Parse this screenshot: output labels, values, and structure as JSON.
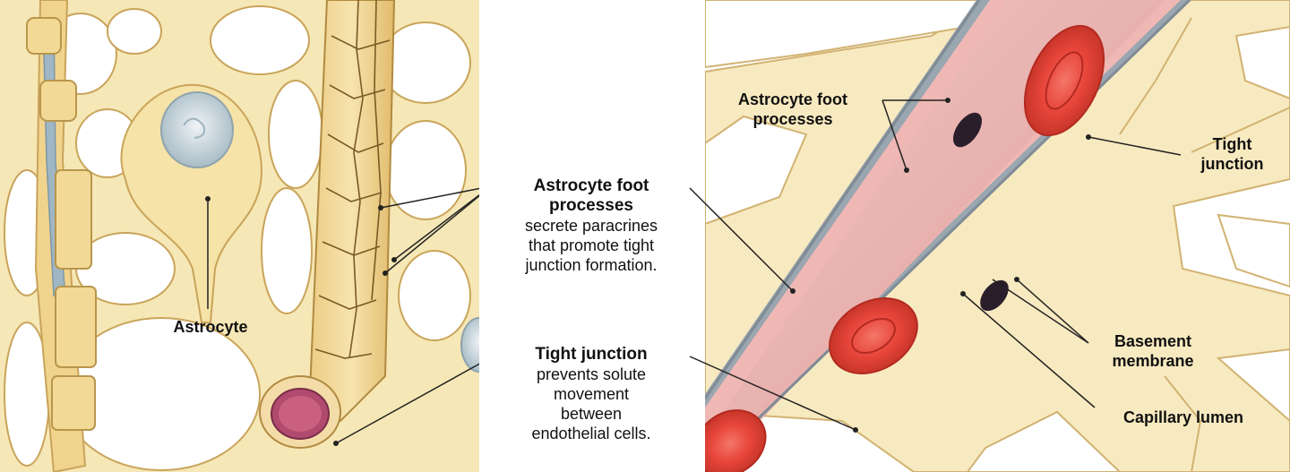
{
  "left_panel": {
    "astrocyte_label": "Astrocyte"
  },
  "middle_text": {
    "foot": {
      "heading_line1": "Astrocyte foot",
      "heading_line2": "processes",
      "lines": [
        "secrete paracrines",
        "that promote tight",
        "junction formation."
      ]
    },
    "tight": {
      "heading": "Tight junction",
      "lines": [
        "prevents solute",
        "movement",
        "between",
        "endothelial cells."
      ]
    }
  },
  "right_panel": {
    "foot_label_line1": "Astrocyte foot",
    "foot_label_line2": "processes",
    "tight_label_line1": "Tight",
    "tight_label_line2": "junction",
    "basement_label_line1": "Basement",
    "basement_label_line2": "membrane",
    "lumen_label": "Capillary lumen"
  },
  "colors": {
    "astrocyte_fill": "#f5e3a8",
    "astrocyte_stroke": "#c9a45a",
    "nucleus": "#c9d6dc",
    "vessel_wall": "#e7a7a5",
    "lumen": "#e8b0b0",
    "rbc": "#e04a3c",
    "membrane": "#9aa6b0"
  }
}
